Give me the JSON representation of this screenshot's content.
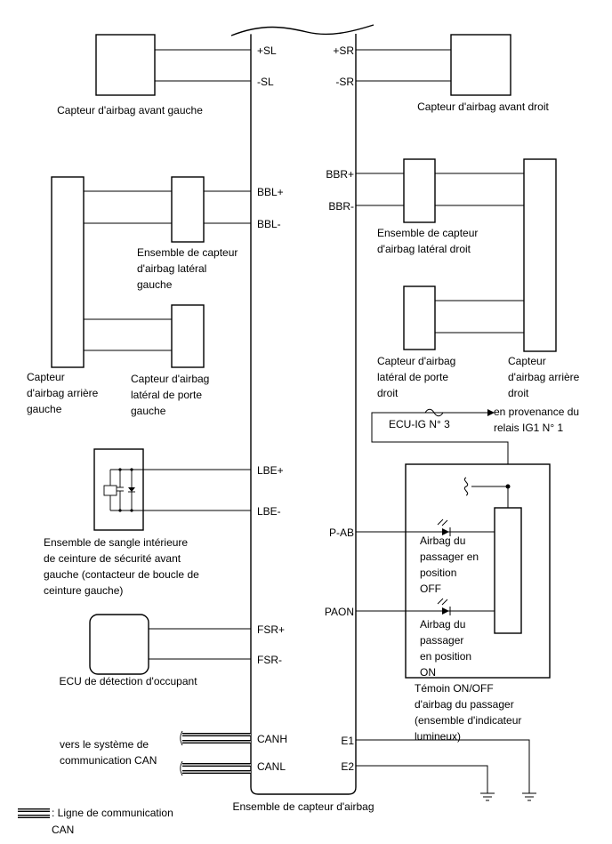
{
  "ecu": {
    "label": "Ensemble de capteur d'airbag",
    "pins_left": {
      "sl_pos": "+SL",
      "sl_neg": "-SL",
      "bbl_pos": "BBL+",
      "bbl_neg": "BBL-",
      "lbe_pos": "LBE+",
      "lbe_neg": "LBE-",
      "fsr_pos": "FSR+",
      "fsr_neg": "FSR-",
      "canh": "CANH",
      "canl": "CANL"
    },
    "pins_right": {
      "sr_pos": "+SR",
      "sr_neg": "-SR",
      "bbr_pos": "BBR+",
      "bbr_neg": "BBR-",
      "p_ab": "P-AB",
      "paon": "PAON",
      "e1": "E1",
      "e2": "E2"
    }
  },
  "components": {
    "front_left": "Capteur d'airbag avant gauche",
    "front_right": "Capteur d'airbag avant droit",
    "side_left": [
      "Ensemble de capteur",
      "d'airbag latéral",
      "gauche"
    ],
    "rear_left": [
      "Capteur",
      "d'airbag arrière",
      "gauche"
    ],
    "door_left": [
      "Capteur d'airbag",
      "latéral de porte",
      "gauche"
    ],
    "side_right": [
      "Ensemble de capteur",
      "d'airbag latéral droit"
    ],
    "door_right": [
      "Capteur d'airbag",
      "latéral de porte",
      "droit"
    ],
    "rear_right": [
      "Capteur",
      "d'airbag arrière",
      "droit"
    ],
    "buckle": [
      "Ensemble de sangle intérieure",
      "de ceinture de sécurité avant",
      "gauche (contacteur de boucle de",
      "ceinture gauche)"
    ],
    "occupant_ecu": "ECU de détection d'occupant",
    "can_system": [
      "vers le système de",
      "communication CAN"
    ],
    "fuse": "ECU-IG N° 3",
    "relay": [
      "en provenance du",
      "relais IG1 N° 1"
    ],
    "lamp_off": [
      "Airbag du",
      "passager en",
      "position",
      "OFF"
    ],
    "lamp_on": [
      "Airbag du",
      "passager",
      "en position",
      "ON"
    ],
    "indicator": [
      "Témoin ON/OFF",
      "d'airbag du passager",
      "(ensemble d'indicateur",
      "lumineux)"
    ]
  },
  "legend": [
    "Ligne de communication",
    "CAN"
  ]
}
